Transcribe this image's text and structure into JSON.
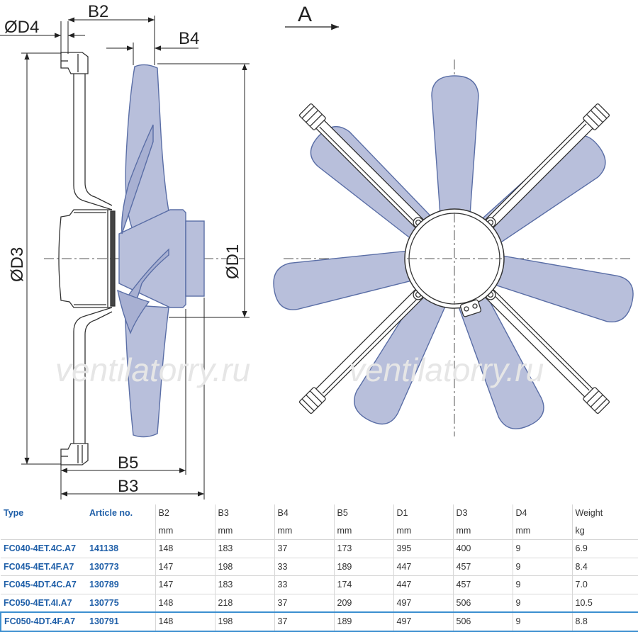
{
  "drawing": {
    "dim_labels": {
      "d4": "ØD4",
      "b2": "B2",
      "b4": "B4",
      "d3": "ØD3",
      "d1": "ØD1",
      "b5": "B5",
      "b3": "B3",
      "view": "A"
    },
    "watermark": "ventilatorry.ru",
    "colors": {
      "blade_fill": "#b8bfdb",
      "blade_stroke": "#5a6ea6",
      "line": "#333333"
    }
  },
  "table": {
    "headers": [
      "Type",
      "Article no.",
      "B2",
      "B3",
      "B4",
      "B5",
      "D1",
      "D3",
      "D4",
      "Weight"
    ],
    "units": [
      "",
      "",
      "mm",
      "mm",
      "mm",
      "mm",
      "mm",
      "mm",
      "mm",
      "kg"
    ],
    "rows": [
      [
        "FC040-4ET.4C.A7",
        "141138",
        "148",
        "183",
        "37",
        "173",
        "395",
        "400",
        "9",
        "6.9"
      ],
      [
        "FC045-4ET.4F.A7",
        "130773",
        "147",
        "198",
        "33",
        "189",
        "447",
        "457",
        "9",
        "8.4"
      ],
      [
        "FC045-4DT.4C.A7",
        "130789",
        "147",
        "183",
        "33",
        "174",
        "447",
        "457",
        "9",
        "7.0"
      ],
      [
        "FC050-4ET.4I.A7",
        "130775",
        "148",
        "218",
        "37",
        "209",
        "497",
        "506",
        "9",
        "10.5"
      ],
      [
        "FC050-4DT.4F.A7",
        "130791",
        "148",
        "198",
        "37",
        "189",
        "497",
        "506",
        "9",
        "8.8"
      ]
    ]
  }
}
